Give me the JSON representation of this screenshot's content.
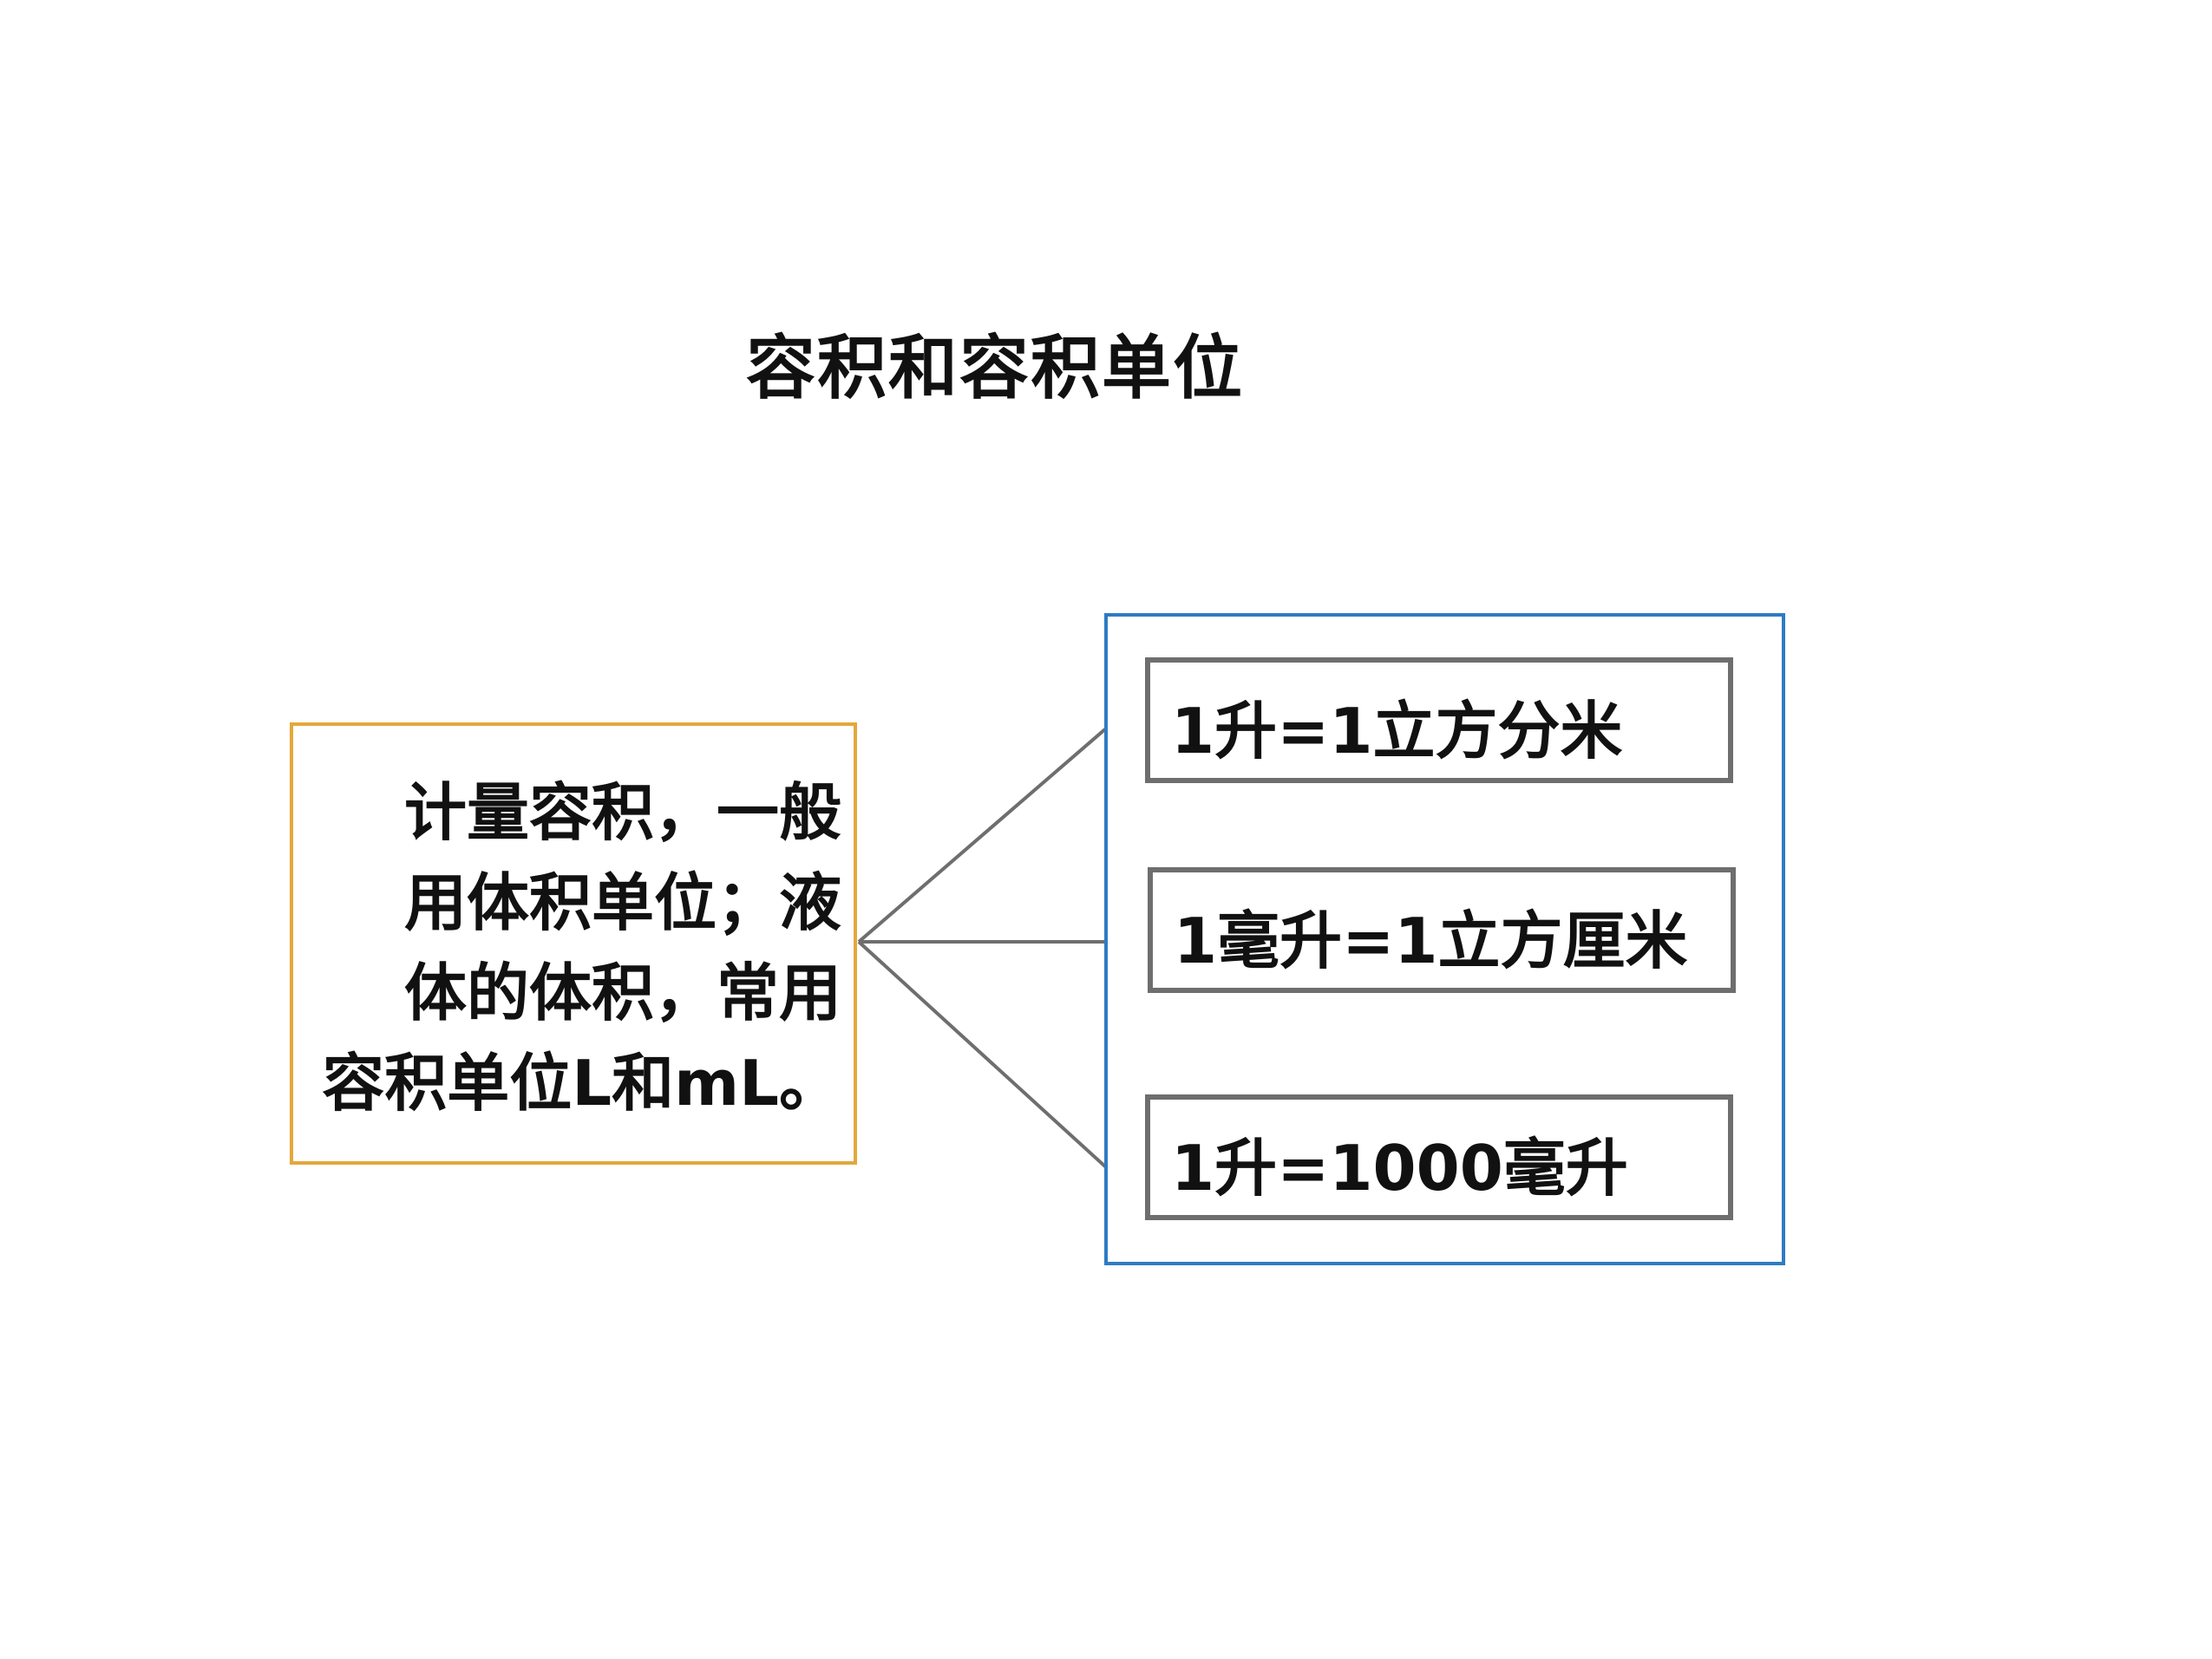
{
  "title": "容积和容积单位",
  "definition": {
    "lines": [
      "计量容积，一般",
      "用体积单位；液",
      "体的体积，常用",
      "容积单位L和mL。"
    ]
  },
  "units": [
    {
      "text": "1升=1立方分米"
    },
    {
      "text": "1毫升=1立方厘米"
    },
    {
      "text": "1升=1000毫升"
    }
  ],
  "colors": {
    "definition_border": "#E3A83B",
    "group_border": "#2E7BC4",
    "item_border": "#6E6E6E",
    "connector": "#6E6E6E"
  }
}
